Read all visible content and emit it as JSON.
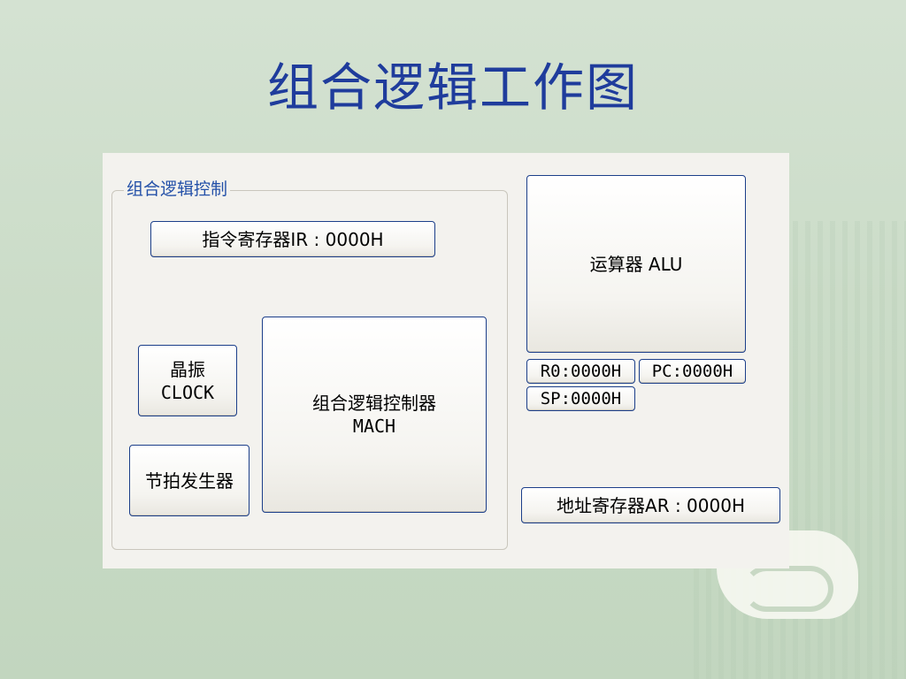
{
  "slide": {
    "title": "组合逻辑工作图"
  },
  "panel": {
    "group_label": "组合逻辑控制",
    "ir_register": "指令寄存器IR : 0000H",
    "clock_line1": "晶振",
    "clock_line2": "CLOCK",
    "beat_generator": "节拍发生器",
    "controller_line1": "组合逻辑控制器",
    "controller_line2": "MACH",
    "alu": "运算器 ALU",
    "r0": "R0:0000H",
    "pc": "PC:0000H",
    "sp": "SP:0000H",
    "ar_register": "地址寄存器AR : 0000H"
  }
}
